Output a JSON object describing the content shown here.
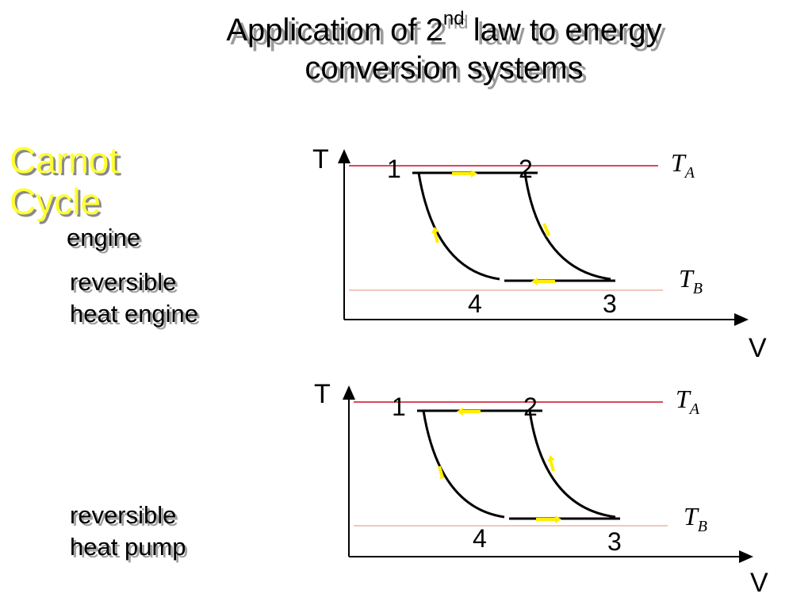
{
  "title": {
    "line1_a": "Application of 2",
    "line1_sup": "nd",
    "line1_b": " law to energy",
    "line2": "conversion systems"
  },
  "side_title": {
    "line1": "Carnot",
    "line2": "Cycle"
  },
  "labels": {
    "engine": "engine",
    "rev_engine_1": "reversible",
    "rev_engine_2": "heat engine",
    "rev_pump_1": "reversible",
    "rev_pump_2": "heat pump"
  },
  "diagrams": [
    {
      "name": "engine",
      "x_axis": "V",
      "y_axis": "T",
      "temp_high": {
        "sym": "T",
        "sub": "A"
      },
      "temp_low": {
        "sym": "T",
        "sub": "B"
      },
      "points": [
        "1",
        "2",
        "3",
        "4"
      ],
      "direction": "clockwise"
    },
    {
      "name": "heat-pump",
      "x_axis": "V",
      "y_axis": "T",
      "temp_high": {
        "sym": "T",
        "sub": "A"
      },
      "temp_low": {
        "sym": "T",
        "sub": "B"
      },
      "points": [
        "1",
        "2",
        "3",
        "4"
      ],
      "direction": "counter-clockwise"
    }
  ],
  "colors": {
    "high_temp_line": "#d84a5a",
    "low_temp_line": "#f0c8bc",
    "arrows": "#ffee00",
    "side_title": "#ffff33"
  }
}
